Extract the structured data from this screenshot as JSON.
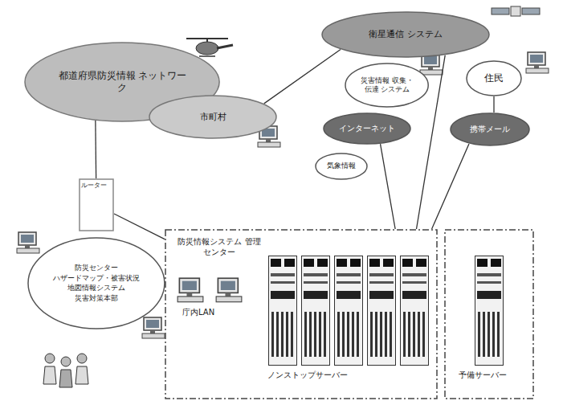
{
  "diagram": {
    "nodes": [
      {
        "text": [
          "都道府県防災情報 ネットワーク"
        ]
      },
      {
        "text": [
          "衛星通信 システム"
        ]
      },
      {
        "text": [
          "災害情報 収集・伝達 システム"
        ]
      },
      {
        "text": [
          "市町村"
        ]
      },
      {
        "text": [
          "インターネット"
        ]
      },
      {
        "text": [
          "気象情報"
        ]
      },
      {
        "text": [
          "住民"
        ]
      },
      {
        "text": [
          "携帯メール"
        ]
      },
      {
        "text": [
          "ルーター"
        ]
      },
      {
        "text": [
          "防災センター",
          "ハザードマップ・被害状況 地図情報システム",
          "災害対策本部"
        ]
      },
      {
        "text": [
          "防災情報システム 管理センター",
          "庁内LAN",
          "ノンストップサーバー"
        ]
      },
      {
        "text": [
          "予備サーバー"
        ]
      }
    ],
    "edges": [
      {
        "from": 0,
        "to": 8,
        "arrow": "none"
      },
      {
        "from": 0,
        "to": 3,
        "arrow": "none"
      },
      {
        "from": 3,
        "to": 1,
        "arrow": "none"
      },
      {
        "from": 8,
        "to": 10,
        "arrow": "none"
      },
      {
        "from": 4,
        "to": 10,
        "arrow": "none"
      },
      {
        "from": 1,
        "to": 10,
        "arrow": "none"
      },
      {
        "from": 6,
        "to": 7,
        "arrow": "none"
      },
      {
        "from": 7,
        "to": 10,
        "arrow": "none"
      }
    ]
  }
}
